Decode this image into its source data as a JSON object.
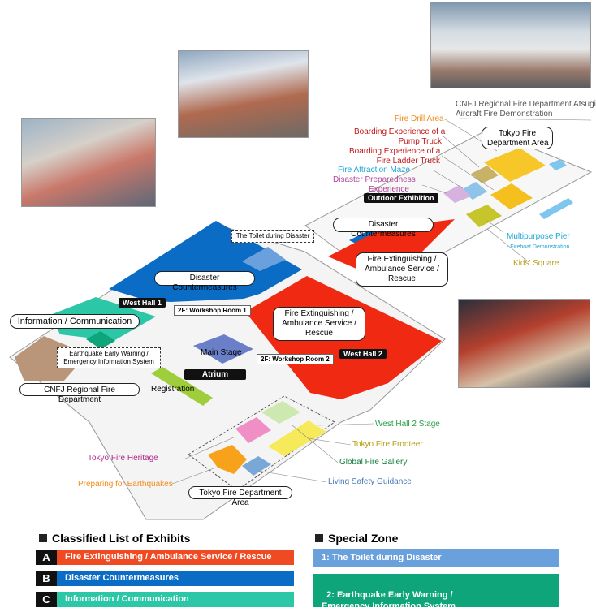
{
  "map": {
    "colors": {
      "fire": "#f02a12",
      "disaster": "#0a6cc4",
      "info": "#2cc7a6",
      "zone_toilet": "#6aa0dc",
      "zone_eew": "#0fa57a",
      "cnfj": "#b9967a",
      "registration": "#9fce3c",
      "main_stage": "#6b7fc8",
      "heritage": "#f08ec6",
      "fronteer": "#f6ea5a",
      "gallery": "#cde8b0",
      "living": "#79a7d8",
      "earthquake": "#f8a21c",
      "fire_drill": "#f7c72a",
      "pump_truck": "#c8b266",
      "ladder_truck": "#f5c01e",
      "maze": "#8ec3ea",
      "preparedness": "#d6b3df",
      "kids": "#c6c52c",
      "pier": "#7fc6ee"
    },
    "labels": {
      "cnfj_demo": "CNFJ Regional Fire Department Atsugi\nAircraft Fire Demonstration",
      "fire_drill": "Fire Drill Area",
      "pump_truck": "Boarding Experience of a\nPump Truck",
      "ladder_truck": "Boarding Experience of a\nFire Ladder Truck",
      "maze": "Fire Attraction Maze",
      "preparedness": "Disaster Preparedness\nExperience",
      "outdoor": "Outdoor Exhibition",
      "tokyo_fire_top": "Tokyo Fire\nDepartment Area",
      "disaster_outdoor": "Disaster Countermeasures",
      "fire_outdoor": "Fire Extinguishing /\nAmbulance Service /\nRescue",
      "pier": "Multipurpose Pier",
      "pier_sub": "- Fireboat Demonstration",
      "kids": "Kids' Square",
      "toilet": "The Toilet during Disaster",
      "disaster_main": "Disaster Countermeasures",
      "west_hall_1": "West Hall 1",
      "workshop_1": "2F: Workshop Room 1",
      "info_comm": "Information / Communication",
      "eew": "Earthquake Early Warning /\nEmergency Information System",
      "main_stage": "Main Stage",
      "workshop_2": "2F: Workshop Room 2",
      "atrium": "Atrium",
      "fire_main": "Fire Extinguishing /\nAmbulance Service /\nRescue",
      "west_hall_2": "West Hall 2",
      "cnfj": "CNFJ Regional Fire Department",
      "registration": "Registration",
      "wh2_stage": "West Hall 2 Stage",
      "fronteer": "Tokyo Fire Fronteer",
      "heritage": "Tokyo Fire Heritage",
      "gallery": "Global Fire Gallery",
      "earthquakes": "Preparing for Earthquakes",
      "living": "Living Safety Guidance",
      "tokyo_fire_bottom": "Tokyo Fire Department Area"
    }
  },
  "legend": {
    "title": "Classified List of Exhibits",
    "items": [
      {
        "letter": "A",
        "label": "Fire Extinguishing / Ambulance Service / Rescue",
        "color": "#f04a23"
      },
      {
        "letter": "B",
        "label": "Disaster Countermeasures",
        "color": "#0a6cc4"
      },
      {
        "letter": "C",
        "label": "Information / Communication",
        "color": "#2cc7a6"
      }
    ]
  },
  "special_zone": {
    "title": "Special Zone",
    "items": [
      {
        "label": "1: The Toilet during Disaster",
        "color": "#6aa0dc"
      },
      {
        "label": "2: Earthquake Early Warning /\nEmergency Information System",
        "color": "#0fa57a"
      }
    ]
  }
}
